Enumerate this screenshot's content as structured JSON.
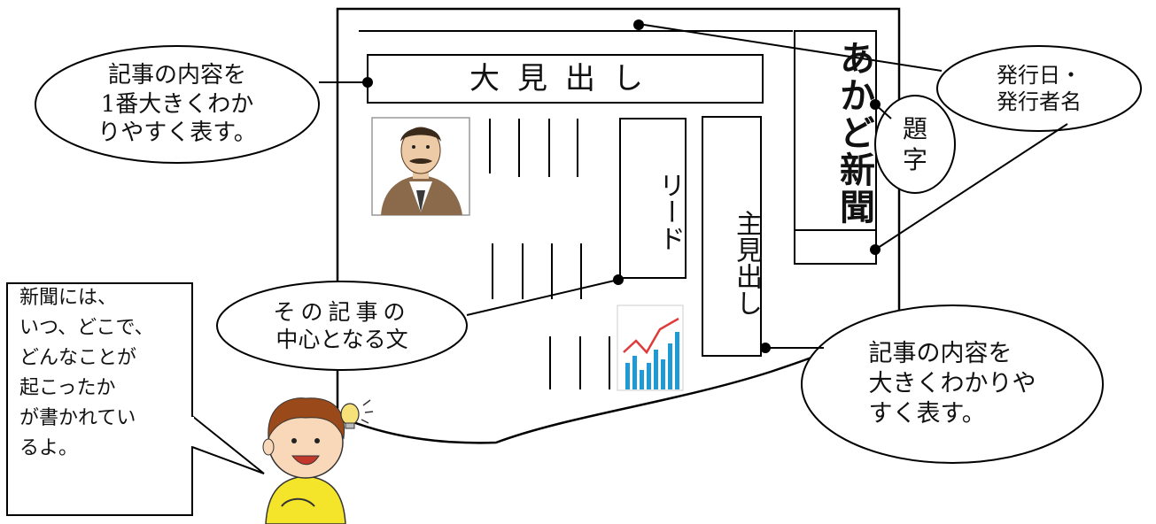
{
  "newspaper": {
    "big_headline": "大見出し",
    "title_block": "あかど新聞",
    "lead": "リード",
    "main_headline": "主見出し"
  },
  "callouts": {
    "big_headline_desc": [
      "記事の内容を",
      "1番大きくわか",
      "りやすく表す。"
    ],
    "publish": [
      "発行日・",
      "発行者名"
    ],
    "title": [
      "題",
      "字"
    ],
    "lead_desc": [
      "その記事の",
      "中心となる文"
    ],
    "main_headline_desc": [
      "記事の内容を",
      "大きくわかりや",
      "すく表す。"
    ]
  },
  "speech": {
    "lines": [
      "新聞には、",
      "いつ、どこで、",
      "どんなことが",
      "起こったか",
      "が書かれてい",
      "るよ。"
    ]
  },
  "colors": {
    "line": "#000000",
    "chart_blue": "#1e9ad6",
    "chart_red": "#e03a3a",
    "portrait_coat": "#8a6a4a",
    "boy_shirt": "#f5e52a",
    "boy_hair": "#9a4a1a",
    "bulb": "#f7e27a"
  }
}
